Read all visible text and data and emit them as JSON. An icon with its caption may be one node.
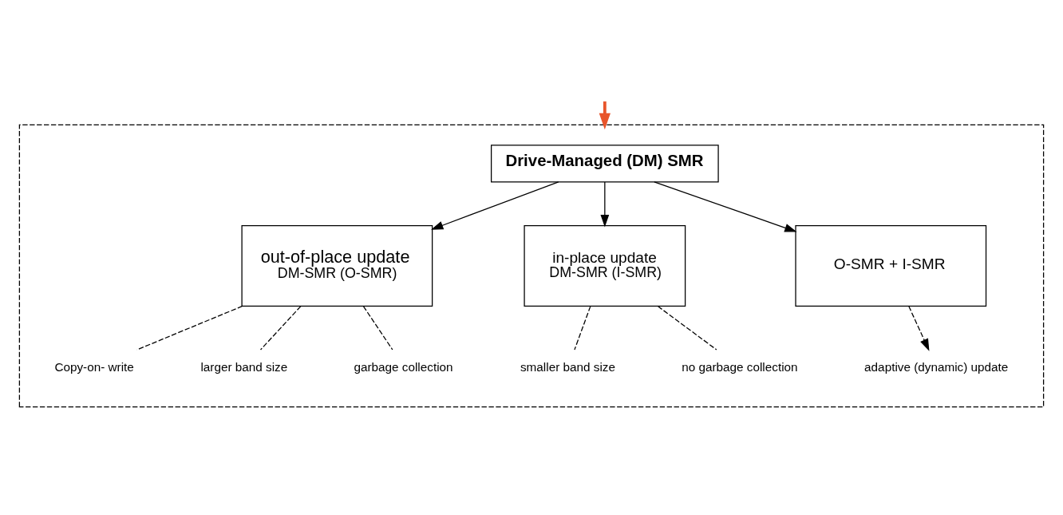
{
  "diagram": {
    "nodes": [
      {
        "text": [],
        "shape": "box"
      },
      {
        "text": [
          "Drive-Managed (DM) SMR"
        ],
        "in": 0
      },
      {
        "text": [
          "out-of-place update",
          "DM-SMR (O-SMR)"
        ],
        "in": 0
      },
      {
        "text": [
          "in-place update",
          "DM-SMR (I-SMR)"
        ],
        "in": 0
      },
      {
        "text": [
          "O-SMR + I-SMR"
        ],
        "in": 0
      },
      {
        "text": [
          "Copy-on- write"
        ],
        "in": 0
      },
      {
        "text": [
          "larger band size"
        ],
        "in": 0
      },
      {
        "text": [
          "garbage collection"
        ],
        "in": 0
      },
      {
        "text": [
          "smaller band size"
        ],
        "in": 0
      },
      {
        "text": [
          "no garbage collection"
        ],
        "in": 0
      },
      {
        "text": [
          "adaptive (dynamic) update"
        ],
        "in": 0
      }
    ],
    "edges": [
      {
        "from": null,
        "to": 0,
        "arrow": "to",
        "style": "thick",
        "color": "#e8552b"
      },
      {
        "from": 1,
        "to": 2,
        "arrow": "to"
      },
      {
        "from": 1,
        "to": 3,
        "arrow": "to"
      },
      {
        "from": 1,
        "to": 4,
        "arrow": "to"
      },
      {
        "from": 2,
        "to": 5,
        "arrow": "none",
        "style": "dashed"
      },
      {
        "from": 2,
        "to": 6,
        "arrow": "none",
        "style": "dashed"
      },
      {
        "from": 2,
        "to": 7,
        "arrow": "none",
        "style": "dashed"
      },
      {
        "from": 3,
        "to": 8,
        "arrow": "none",
        "style": "dashed"
      },
      {
        "from": 3,
        "to": 9,
        "arrow": "none",
        "style": "dashed"
      },
      {
        "from": 4,
        "to": 10,
        "arrow": "to",
        "style": "dashed"
      }
    ]
  }
}
